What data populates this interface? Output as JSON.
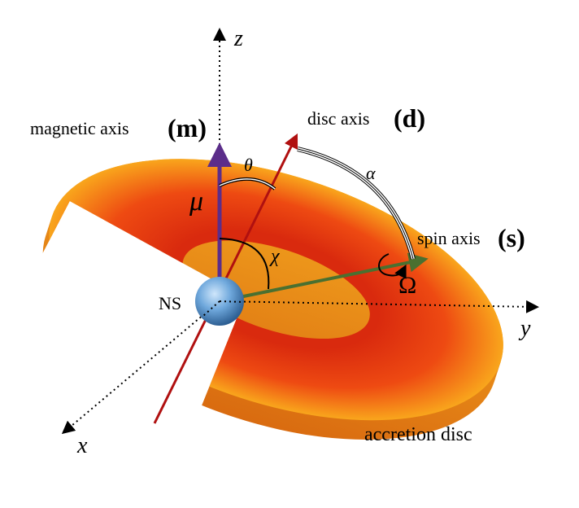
{
  "labels": {
    "z": "z",
    "y": "y",
    "x": "x",
    "magnetic_axis": "magnetic axis",
    "magnetic_symbol": "(m)",
    "disc_axis": "disc axis",
    "disc_symbol": "(d)",
    "spin_axis": "spin axis",
    "spin_symbol": "(s)",
    "mu": "μ",
    "theta": "θ",
    "alpha": "α",
    "chi": "χ",
    "omega": "Ω",
    "ns": "NS",
    "accretion_disc": "accretion disc"
  },
  "colors": {
    "magnetic": "#5b2d8a",
    "disc_axis": "#b01010",
    "spin": "#4a7030",
    "ns": "#6fa8dc",
    "disc_inner": "#e02a10",
    "disc_outer": "#f7a21a"
  }
}
